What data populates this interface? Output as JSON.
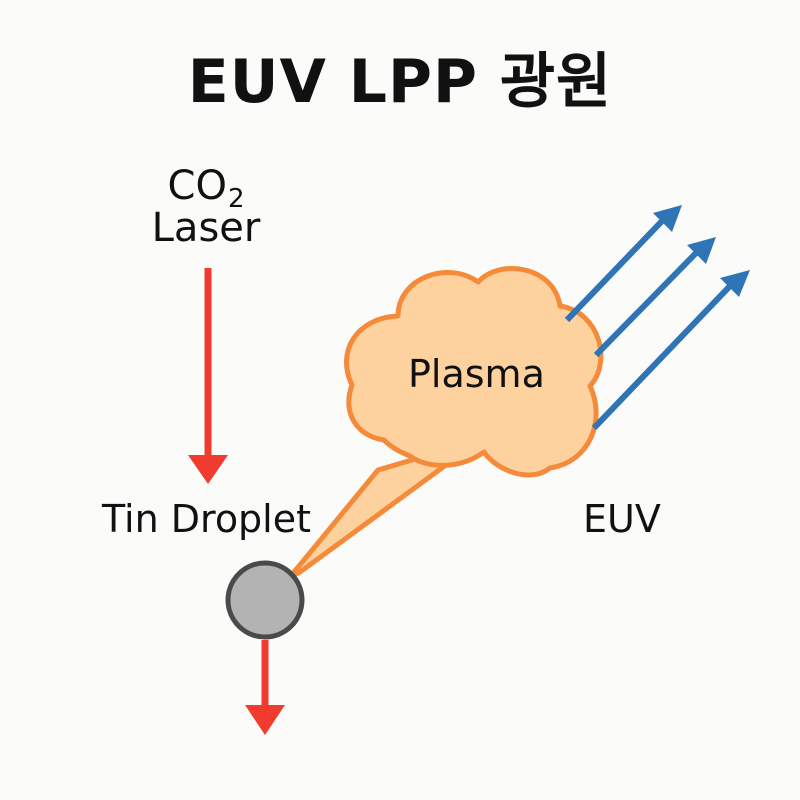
{
  "title": "EUV LPP 광원",
  "laser": {
    "line1_main": "CO",
    "line1_sub": "2",
    "line2": "Laser"
  },
  "droplet_label": "Tin Droplet",
  "plasma_label": "Plasma",
  "euv_label": "EUV",
  "colors": {
    "laser_arrow": "#f03b2e",
    "euv_arrow": "#2f74b5",
    "plasma_fill": "#fdd29e",
    "plasma_stroke": "#f58a3a",
    "droplet_fill": "#b3b3b3",
    "droplet_stroke": "#4a4a4a",
    "background": "#fbfbf9"
  }
}
